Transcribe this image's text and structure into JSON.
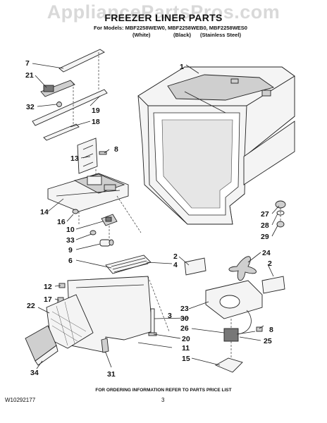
{
  "watermark": "AppliancePartsPros.com",
  "header": {
    "title": "FREEZER LINER PARTS",
    "models_line": "For Models: MBF2258WEW0, MBF2258WEB0, MBF2258WES0",
    "variants": [
      "(White)",
      "(Black)",
      "(Stainless Steel)"
    ]
  },
  "callouts": [
    "1",
    "2",
    "2",
    "3",
    "4",
    "6",
    "7",
    "8",
    "8",
    "9",
    "10",
    "11",
    "12",
    "13",
    "14",
    "15",
    "16",
    "17",
    "18",
    "19",
    "20",
    "21",
    "22",
    "23",
    "24",
    "25",
    "26",
    "27",
    "28",
    "29",
    "30",
    "31",
    "32",
    "33",
    "34"
  ],
  "footer": {
    "ordering_note": "FOR ORDERING INFORMATION REFER TO PARTS PRICE LIST",
    "document_number": "W10292177",
    "page_number": "3"
  }
}
